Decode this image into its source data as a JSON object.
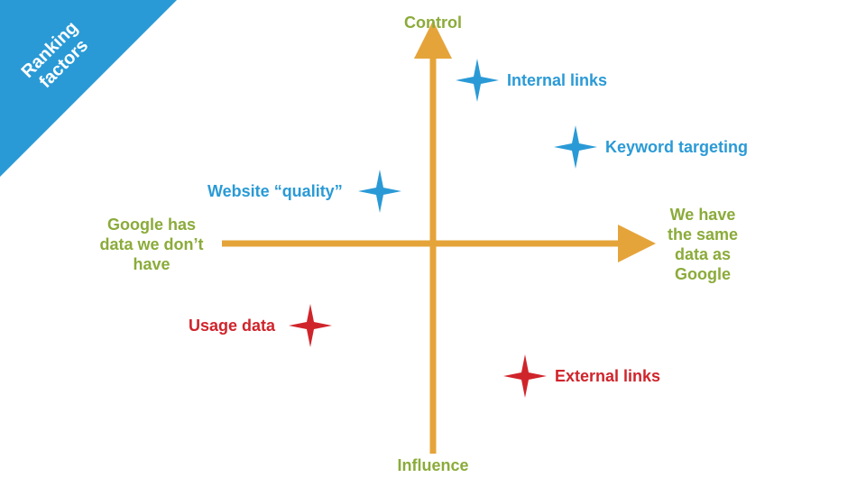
{
  "banner": {
    "line1": "Ranking",
    "line2": "factors",
    "color": "#2a9ad6"
  },
  "axes": {
    "top": "Control",
    "bottom": "Influence",
    "left": "Google has data we don’t have",
    "right": "We have the same data as Google",
    "axis_color": "#e5a43a",
    "label_color": "#8bab3a"
  },
  "items": {
    "internal_links": {
      "label": "Internal links",
      "color": "#2a9ad6"
    },
    "keyword_targeting": {
      "label": "Keyword targeting",
      "color": "#2a9ad6"
    },
    "website_quality": {
      "label": "Website “quality”",
      "color": "#2a9ad6"
    },
    "usage_data": {
      "label": "Usage data",
      "color": "#d0242b"
    },
    "external_links": {
      "label": "External links",
      "color": "#d0242b"
    }
  }
}
